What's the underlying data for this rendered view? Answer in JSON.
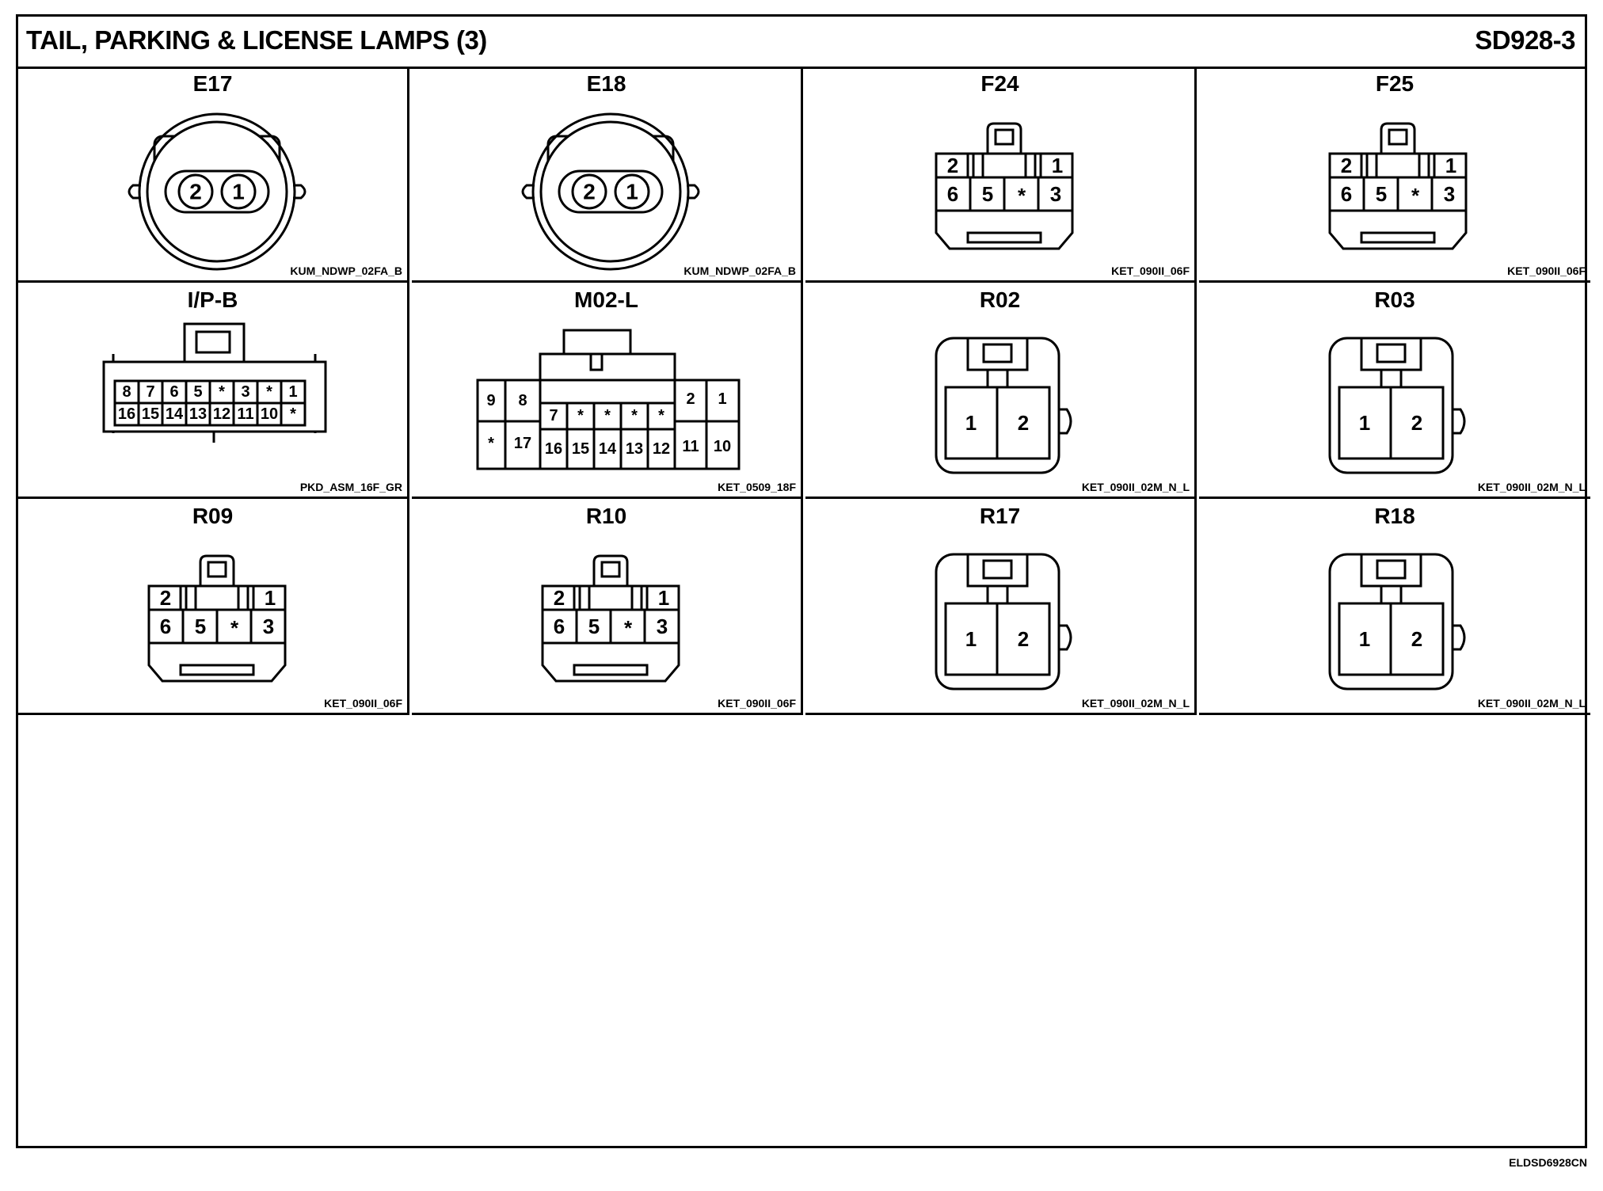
{
  "header": {
    "title": "TAIL, PARKING & LICENSE LAMPS (3)",
    "code": "SD928-3"
  },
  "footer": {
    "ref": "ELDSD6928CN"
  },
  "connectors": [
    {
      "id": "E17",
      "part": "KUM_NDWP_02FA_B",
      "type": "round2",
      "pins": [
        "2",
        "1"
      ]
    },
    {
      "id": "E18",
      "part": "KUM_NDWP_02FA_B",
      "type": "round2",
      "pins": [
        "2",
        "1"
      ]
    },
    {
      "id": "F24",
      "part": "KET_090II_06F",
      "type": "six",
      "pins": [
        "2",
        "1",
        "6",
        "5",
        "*",
        "3"
      ]
    },
    {
      "id": "F25",
      "part": "KET_090II_06F",
      "type": "six",
      "pins": [
        "2",
        "1",
        "6",
        "5",
        "*",
        "3"
      ]
    },
    {
      "id": "I/P-B",
      "part": "PKD_ASM_16F_GR",
      "type": "sixteen",
      "pins": [
        "8",
        "7",
        "6",
        "5",
        "*",
        "3",
        "*",
        "1",
        "16",
        "15",
        "14",
        "13",
        "12",
        "11",
        "10",
        "*"
      ]
    },
    {
      "id": "M02-L",
      "part": "KET_0509_18F",
      "type": "eighteen",
      "pins": [
        "9",
        "8",
        "7",
        "*",
        "*",
        "*",
        "*",
        "2",
        "1",
        "*",
        "17",
        "16",
        "15",
        "14",
        "13",
        "12",
        "11",
        "10"
      ]
    },
    {
      "id": "R02",
      "part": "KET_090II_02M_N_L",
      "type": "two",
      "pins": [
        "1",
        "2"
      ]
    },
    {
      "id": "R03",
      "part": "KET_090II_02M_N_L",
      "type": "two",
      "pins": [
        "1",
        "2"
      ]
    },
    {
      "id": "R09",
      "part": "KET_090II_06F",
      "type": "six",
      "pins": [
        "2",
        "1",
        "6",
        "5",
        "*",
        "3"
      ]
    },
    {
      "id": "R10",
      "part": "KET_090II_06F",
      "type": "six",
      "pins": [
        "2",
        "1",
        "6",
        "5",
        "*",
        "3"
      ]
    },
    {
      "id": "R17",
      "part": "KET_090II_02M_N_L",
      "type": "two",
      "pins": [
        "1",
        "2"
      ]
    },
    {
      "id": "R18",
      "part": "KET_090II_02M_N_L",
      "type": "two",
      "pins": [
        "1",
        "2"
      ]
    }
  ]
}
